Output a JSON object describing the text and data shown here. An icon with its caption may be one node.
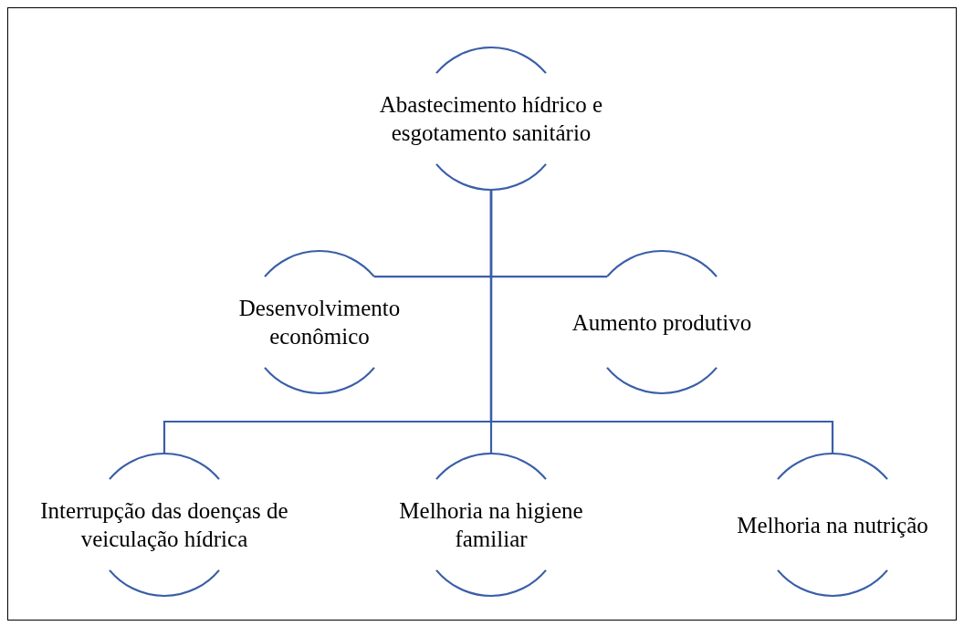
{
  "diagram": {
    "nodes": [
      {
        "text": [
          "Abastecimento hídrico e esgotamento sanitário"
        ]
      },
      {
        "text": [
          "Desenvolvimento econômico"
        ]
      },
      {
        "text": [
          "Aumento produtivo"
        ]
      },
      {
        "text": [
          "Interrupção das doenças de veiculação hídrica"
        ]
      },
      {
        "text": [
          "Melhoria na higiene familiar"
        ]
      },
      {
        "text": [
          "Melhoria na nutrição"
        ]
      }
    ],
    "edges": [
      {
        "from": 0,
        "to": 1,
        "arrow": "none"
      },
      {
        "from": 0,
        "to": 2,
        "arrow": "none"
      },
      {
        "from": 0,
        "to": 3,
        "arrow": "none"
      },
      {
        "from": 0,
        "to": 4,
        "arrow": "none"
      },
      {
        "from": 0,
        "to": 5,
        "arrow": "none"
      }
    ]
  }
}
